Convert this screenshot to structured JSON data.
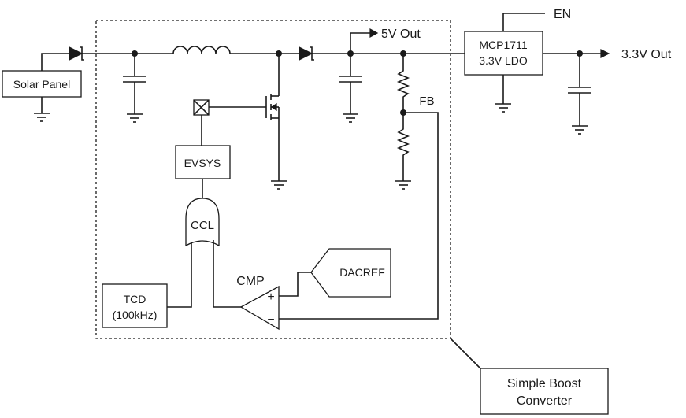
{
  "labels": {
    "solar_panel": "Solar Panel",
    "out_5v": "5V Out",
    "ldo_name": "MCP1711",
    "ldo_desc": "3.3V LDO",
    "out_33v": "3.3V Out",
    "enable": "EN",
    "feedback": "FB",
    "evsys": "EVSYS",
    "ccl": "CCL",
    "cmp": "CMP",
    "dacref": "DACREF",
    "tcd_name": "TCD",
    "tcd_freq": "(100kHz)",
    "cmp_plus": "+",
    "cmp_minus": "−",
    "boost_line1": "Simple Boost",
    "boost_line2": "Converter"
  }
}
